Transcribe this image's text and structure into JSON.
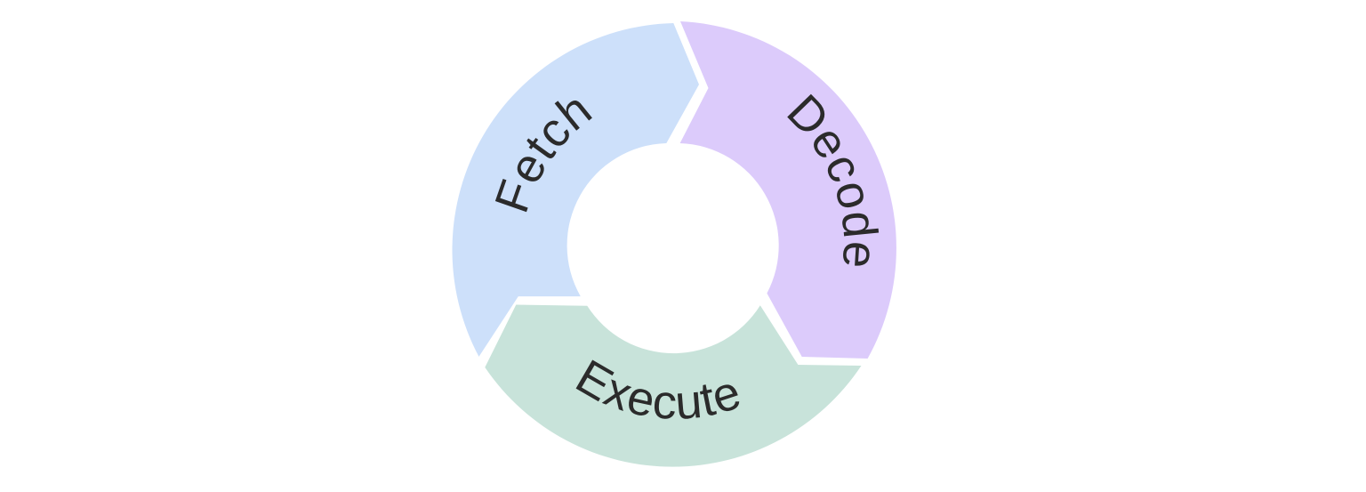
{
  "diagram": {
    "type": "cycle",
    "stages": [
      {
        "id": "fetch",
        "label": "Fetch",
        "color": "#cde0fa"
      },
      {
        "id": "decode",
        "label": "Decode",
        "color": "#dccbfb"
      },
      {
        "id": "execute",
        "label": "Execute",
        "color": "#c8e3da"
      }
    ],
    "text_color": "#2b2b2b",
    "background": "#ffffff"
  }
}
